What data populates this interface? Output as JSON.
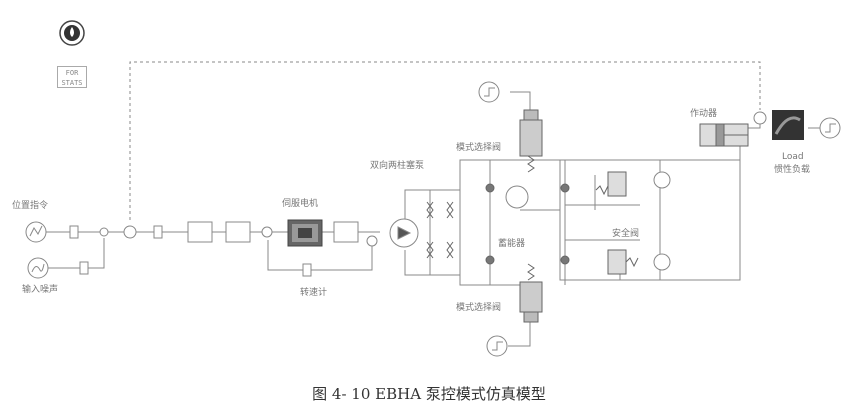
{
  "labels": {
    "position_command": "位置指令",
    "input_noise": "输入噪声",
    "servo_motor": "伺服电机",
    "speed_meter": "转速计",
    "bidirectional_pump": "双向两柱塞泵",
    "mode_valve_top": "模式选择阀",
    "accumulator": "蓄能器",
    "relief_valve": "安全阀",
    "mode_valve_bottom": "模式选择阀",
    "actuator": "作动器",
    "load_inertia": "惯性负载",
    "load_text": "Load"
  },
  "stats": {
    "line1": "FOR",
    "line2": "STATS"
  },
  "caption": "图 4- 10 EBHA 泵控模式仿真模型"
}
